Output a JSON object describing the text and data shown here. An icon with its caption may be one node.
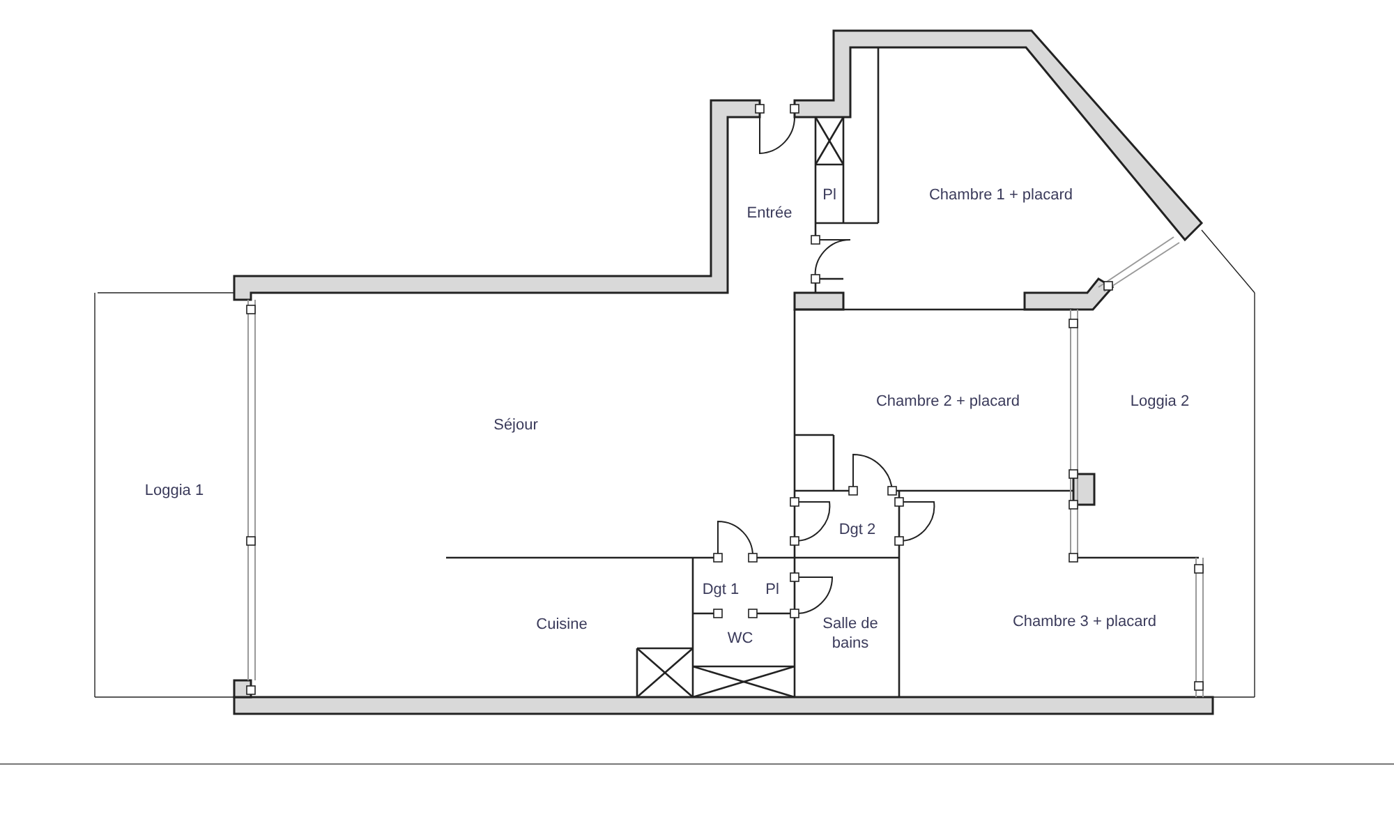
{
  "diagram": {
    "labels": [
      "Entrée",
      "Pl",
      "Chambre 1 + placard",
      "Chambre 2 + placard",
      "Loggia 2",
      "Séjour",
      "Loggia 1",
      "Dgt 2",
      "Dgt 1",
      "Pl",
      "Cuisine",
      "Salle de bains",
      "WC",
      "Chambre 3 + placard"
    ]
  }
}
